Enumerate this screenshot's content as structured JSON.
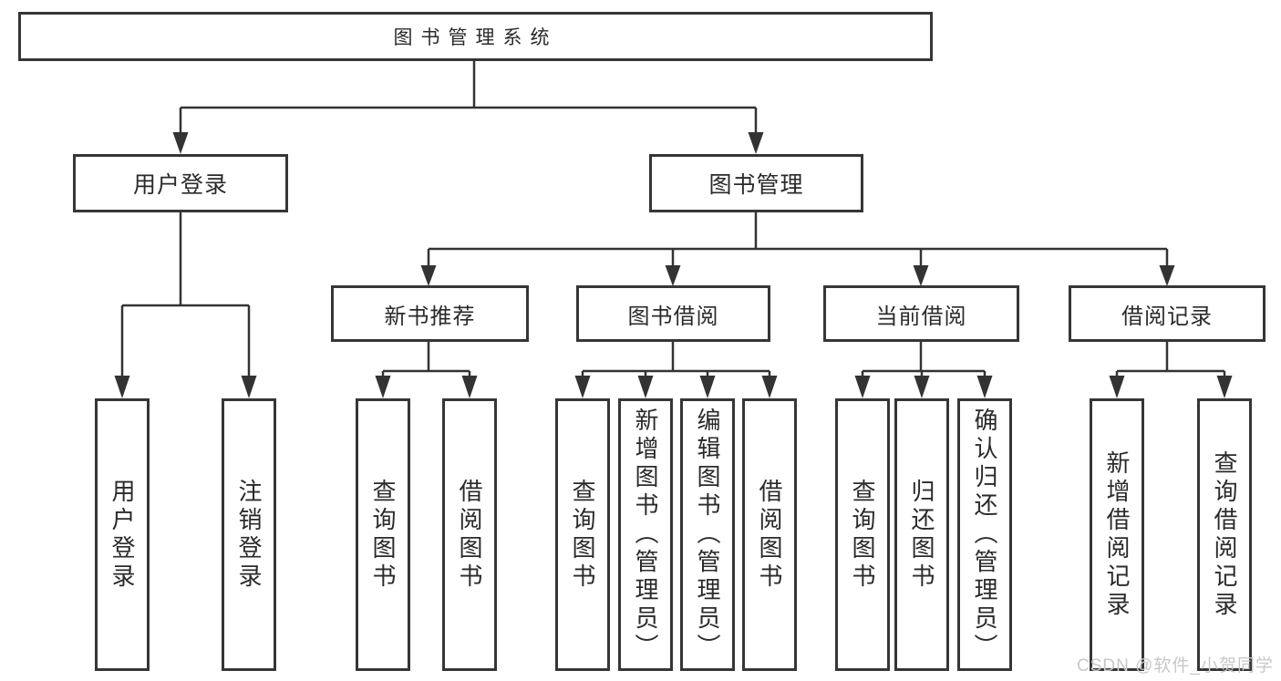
{
  "root": {
    "label": "图书管理系统"
  },
  "branches": [
    {
      "label": "用户登录",
      "leaves": [
        "用户登录",
        "注销登录"
      ]
    },
    {
      "label": "图书管理",
      "sections": [
        {
          "label": "新书推荐",
          "leaves": [
            "查询图书",
            "借阅图书"
          ]
        },
        {
          "label": "图书借阅",
          "leaves": [
            "查询图书",
            "新增图书（管理员）",
            "编辑图书（管理员）",
            "借阅图书"
          ]
        },
        {
          "label": "当前借阅",
          "leaves": [
            "查询图书",
            "归还图书",
            "确认归还（管理员）"
          ]
        },
        {
          "label": "借阅记录",
          "leaves": [
            "新增借阅记录",
            "查询借阅记录"
          ]
        }
      ]
    }
  ],
  "watermark": "CSDN @软件_小贺同学",
  "colors": {
    "line": "#333333",
    "border": "#363636",
    "text": "#2a2a2a",
    "watermark_text": "#c8c8c8",
    "background": "#ffffff"
  }
}
